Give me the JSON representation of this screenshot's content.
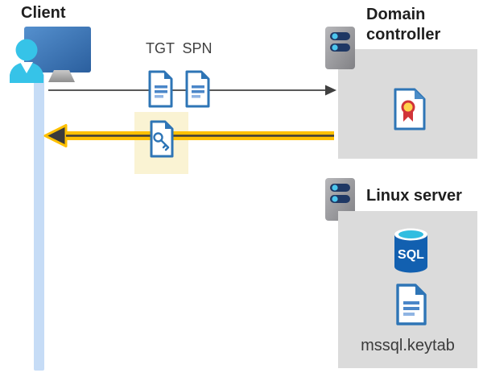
{
  "client": {
    "label": "Client"
  },
  "tickets": {
    "tgt": "TGT",
    "spn": "SPN"
  },
  "domain_controller": {
    "line1": "Domain",
    "line2": "controller"
  },
  "linux_server": {
    "label": "Linux server"
  },
  "sql_database": {
    "label": "SQL"
  },
  "keytab": {
    "label": "mssql.keytab"
  },
  "colors": {
    "doc_blue": "#2E75B6",
    "doc_line_blue": "#4A86C8",
    "doc_line_light": "#8FB4E3",
    "arrow_yellow": "#FFC000",
    "arrow_gray": "#595959",
    "arrow_dark": "#3B3B3B",
    "highlight_yellow": "#FAF3D3",
    "panel_gray": "#DBDBDB",
    "timeline_blue": "#C6DCF6",
    "person_cyan": "#36C3E8",
    "monitor_blue": "#3C78BC",
    "server_navy": "#1F3864",
    "led_cyan": "#4CC6EE",
    "sql_blue": "#1260B0",
    "sql_top_cyan": "#32BDE0",
    "seal_yellow": "#FFD34D",
    "seal_red": "#D13438"
  }
}
